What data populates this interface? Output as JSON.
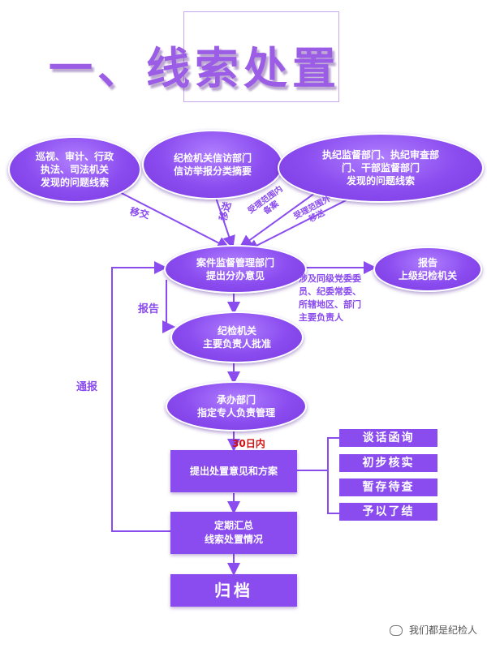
{
  "title": "一、线索处置",
  "sources": {
    "left": "巡视、审计、行政\n执法、司法机关\n发现的问题线索",
    "middle": "纪检机关信访部门\n信访举报分类摘要",
    "right": "执纪监督部门、执纪审查部\n门、干部监督部门\n发现的问题线索"
  },
  "edge_labels": {
    "transfer_left": "移交",
    "transfer_middle": "移送",
    "scope_inside": "受理范围内\n备案",
    "scope_outside": "受理范围外\n移送",
    "report_left": "报告",
    "notify": "通报",
    "deadline": "30日内"
  },
  "nodes": {
    "case_mgmt": "案件监督管理部门\n提出分办意见",
    "report_upper": "报告\n上级纪检机关",
    "involving_note": "涉及同级党委委\n员、纪委常委、\n所辖地区、部门\n主要负责人",
    "approval": "纪检机关\n主要负责人批准",
    "handling_dept": "承办部门\n指定专人负责管理",
    "proposal": "提出处置意见和方案",
    "summary": "定期汇总\n线索处置情况",
    "archive": "归档"
  },
  "options": [
    "谈话函询",
    "初步核实",
    "暂存待查",
    "予以了结"
  ],
  "watermark": "我们都是纪检人",
  "colors": {
    "accent": "#8a4bef",
    "title": "#9b5de5",
    "deadline": "#d01010"
  }
}
